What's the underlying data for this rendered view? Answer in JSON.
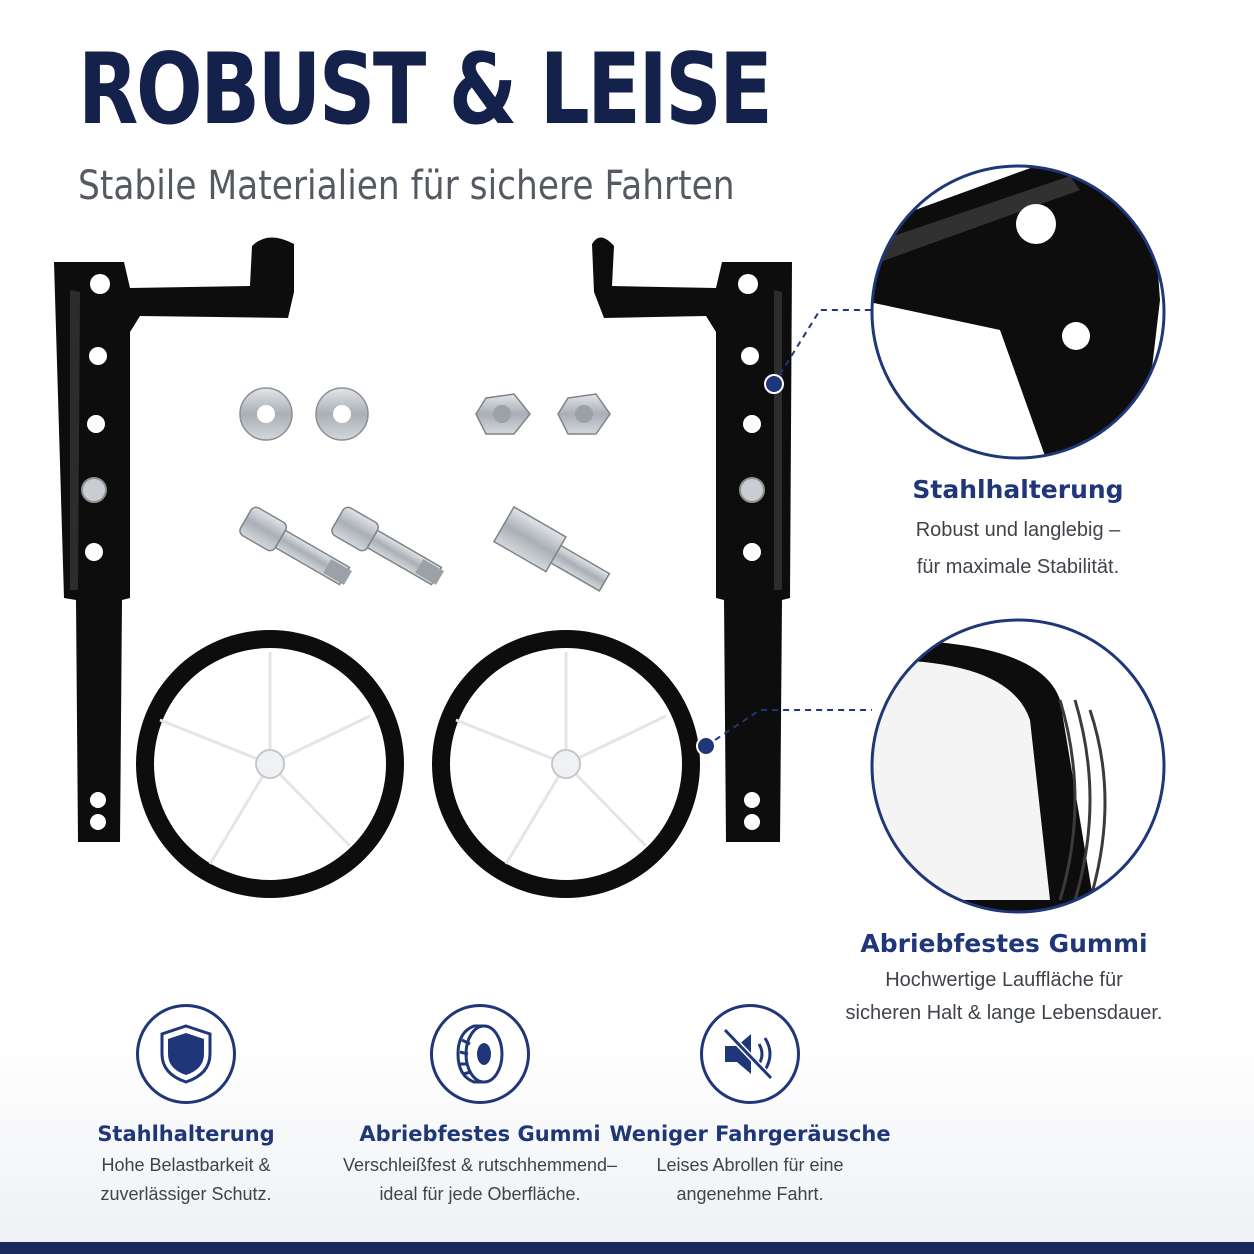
{
  "header": {
    "title": "ROBUST & LEISE",
    "subtitle": "Stabile Materialien für sichere Fahrten"
  },
  "callouts": [
    {
      "title": "Stahlhalterung",
      "lines": [
        "Robust und langlebig –",
        "für maximale Stabilität."
      ]
    },
    {
      "title": "Abriebfestes Gummi",
      "lines": [
        "Hochwertige Lauffläche für",
        "sicheren Halt & lange Lebensdauer."
      ]
    }
  ],
  "features": [
    {
      "icon": "shield-icon",
      "title": "Stahlhalterung",
      "lines": [
        "Hohe Belastbarkeit &",
        "zuverlässiger Schutz."
      ]
    },
    {
      "icon": "tire-icon",
      "title": "Abriebfestes Gummi",
      "lines": [
        "Verschleißfest & rutschhemmend–",
        "ideal für jede Oberfläche."
      ]
    },
    {
      "icon": "mute-speaker-icon",
      "title": "Weniger Fahrgeräusche",
      "lines": [
        "Leises Abrollen für eine",
        "angenehme Fahrt."
      ]
    }
  ],
  "colors": {
    "navy": "#14214b",
    "accent_blue": "#1f3778",
    "text_gray": "#3f434a",
    "bracket_black": "#0d0d0d",
    "wheel_white": "#ffffff"
  }
}
